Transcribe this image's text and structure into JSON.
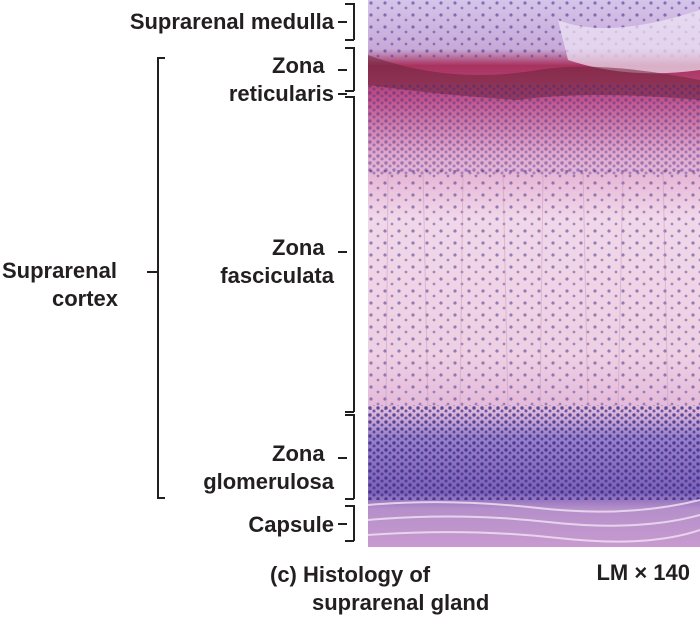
{
  "labels": {
    "suprarenal_medulla": "Suprarenal medulla",
    "zona_reticularis_1": "Zona",
    "zona_reticularis_2": "reticularis",
    "suprarenal_cortex_1": "Suprarenal",
    "suprarenal_cortex_2": "cortex",
    "zona_fasciculata_1": "Zona",
    "zona_fasciculata_2": "fasciculata",
    "zona_glomerulosa_1": "Zona",
    "zona_glomerulosa_2": "glomerulosa",
    "capsule": "Capsule"
  },
  "caption": {
    "line1": "(c) Histology of",
    "line2": "suprarenal gland",
    "magnification": "LM × 140"
  },
  "colors": {
    "medulla": "#c9b6e0",
    "reticularis": "#b03a6e",
    "fasciculata": "#efd3e6",
    "glomerulosa": "#7d5cb4",
    "capsule": "#b88ac4",
    "nuclei": "#3a2f86"
  }
}
